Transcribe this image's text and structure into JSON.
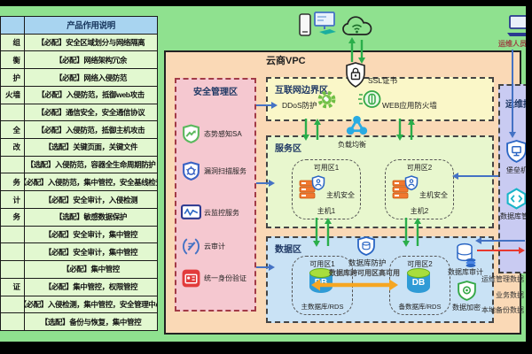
{
  "colors": {
    "background_green": "#8FE18F",
    "vpc_peach": "#FAD9B6",
    "security_zone_pink": "#F5C8D0",
    "internet_zone_yellow": "#FAF7C8",
    "service_zone_green": "#E8F7CE",
    "data_zone_blue": "#C9E2F5",
    "ops_zone_purple": "#C9CBF2",
    "table_header_blue": "#A8D4F0",
    "table_row_green": "#E2F8D0",
    "flow_blue": "#4472C4",
    "flow_green": "#2AAE4A",
    "flow_red": "#E8392F",
    "flow_orange": "#F5A623"
  },
  "table": {
    "col2_header": "产品作用说明",
    "rows": [
      {
        "frag": "组",
        "desc": "【必配】安全区域划分与网络隔离"
      },
      {
        "frag": "衡",
        "desc": "【必配】网络架构冗余"
      },
      {
        "frag": "护",
        "desc": "【必配】网络入侵防范"
      },
      {
        "frag": "火墙",
        "desc": "【必配】入侵防范，抵御web攻击"
      },
      {
        "frag": "",
        "desc": "【必配】通信安全，安全通信协议"
      },
      {
        "frag": "全",
        "desc": "【必配】入侵防范，抵御主机攻击"
      },
      {
        "frag": "改",
        "desc": "【选配】关键页面，关键文件"
      },
      {
        "frag": "",
        "desc": "【选配】入侵防范，容器全生命周期防护"
      },
      {
        "frag": "务",
        "desc": "【必配】入侵防范，集中管控，安全基线检查"
      },
      {
        "frag": "计",
        "desc": "【必配】安全审计，入侵检测"
      },
      {
        "frag": "务",
        "desc": "【选配】敏感数据保护"
      },
      {
        "frag": "",
        "desc": "【必配】安全审计，集中管控"
      },
      {
        "frag": "",
        "desc": "【必配】安全审计，集中管控"
      },
      {
        "frag": "",
        "desc": "【必配】集中管控"
      },
      {
        "frag": "证",
        "desc": "【必配】集中管控，权限管控"
      },
      {
        "frag": "",
        "desc": "【必配】入侵检测，集中管控，安全管理中心"
      },
      {
        "frag": "",
        "desc": "【选配】备份与恢复，集中管控"
      }
    ]
  },
  "vpc": {
    "title": "云商VPC"
  },
  "top_icons": {
    "ops_user_label": "运维人员"
  },
  "zones": {
    "security_mgmt": {
      "title": "安全管理区",
      "items": [
        "态势感知SA",
        "漏洞扫描服务",
        "云监控服务",
        "云审计",
        "统一身份验证"
      ]
    },
    "internet_border": {
      "title": "互联网边界区",
      "ddos_label": "DDoS防护",
      "waf_label": "WEB应用防火墙",
      "ssl_label": "SSL证书"
    },
    "service": {
      "title": "服务区",
      "lb_label": "负载均衡",
      "az1_title": "可用区1",
      "az2_title": "可用区2",
      "host_sec": "主机安全",
      "host1": "主机1",
      "host2": "主机2"
    },
    "data": {
      "title": "数据区",
      "db_protect": "数据库防护",
      "az1_title": "可用区1",
      "az2_title": "可用区2",
      "primary_db": "主数据库/RDS",
      "backup_db": "备数据库/RDS",
      "ha_label": "数据库跨可用区高可用",
      "db_text": "DB",
      "db_audit": "数据库审计",
      "db_encrypt": "数据加密"
    },
    "ops_access": {
      "title": "运维接入区",
      "bastion": "堡垒机",
      "db_mgmt": "数据库管理"
    }
  },
  "legend": [
    "运维管理数据",
    "业务数据",
    "本地备份数据"
  ]
}
